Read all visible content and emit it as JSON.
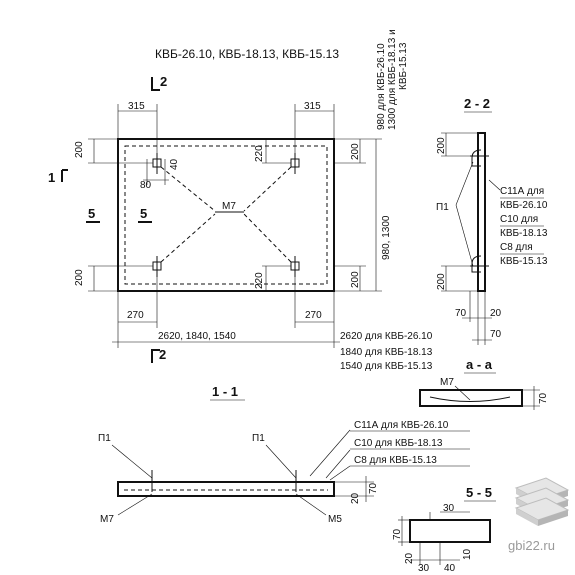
{
  "title": "КВБ-26.10, КВБ-18.13, КВБ-15.13",
  "plan": {
    "dim_315_left": "315",
    "dim_315_right": "315",
    "dim_200_top": "200",
    "dim_220_top": "220",
    "dim_40": "40",
    "dim_80": "80",
    "dim_200_bottom": "200",
    "dim_220_bottom": "220",
    "dim_270_left": "270",
    "dim_270_right": "270",
    "dim_200_right_top": "200",
    "dim_200_right_bottom": "200",
    "dim_width": "2620, 1840, 1540",
    "dim_height": "980, 1300",
    "label_m7": "М7",
    "section_1": "1",
    "section_2_top": "2",
    "section_2_bottom": "2",
    "section_5_left": "5",
    "section_5_right": "5"
  },
  "vertical_notes": {
    "line1": "980 для КВБ-26.10",
    "line2": "1300 для КВБ-18.13 и",
    "line3": "КВБ-15.13"
  },
  "width_notes": {
    "line1": "2620 для КВБ-26.10",
    "line2": "1840 для КВБ-18.13",
    "line3": "1540 для КВБ-15.13"
  },
  "section_2_2": {
    "title": "2 - 2",
    "label_p1": "П1",
    "note1": "С11А для",
    "note2": "КВБ-26.10",
    "note3": "С10 для",
    "note4": "КВБ-18.13",
    "note5": "С8 для",
    "note6": "КВБ-15.13",
    "dim_200_top": "200",
    "dim_200_bottom": "200",
    "dim_70": "70",
    "dim_20": "20",
    "dim_70_right": "70"
  },
  "section_a_a": {
    "title": "а - а",
    "label_m7": "М7",
    "dim_70": "70"
  },
  "section_1_1": {
    "title": "1 - 1",
    "label_p1_left": "П1",
    "label_p1_right": "П1",
    "note1": "С11А для КВБ-26.10",
    "note2": "С10 для КВБ-18.13",
    "note3": "С8 для КВБ-15.13",
    "label_m7": "М7",
    "label_m5": "М5",
    "dim_20": "20",
    "dim_70": "70"
  },
  "section_5_5": {
    "title": "5 - 5",
    "dim_30_top": "30",
    "dim_70": "70",
    "dim_20": "20",
    "dim_30_bottom": "30",
    "dim_40": "40",
    "dim_10": "10"
  },
  "watermark": "gbi22.ru"
}
